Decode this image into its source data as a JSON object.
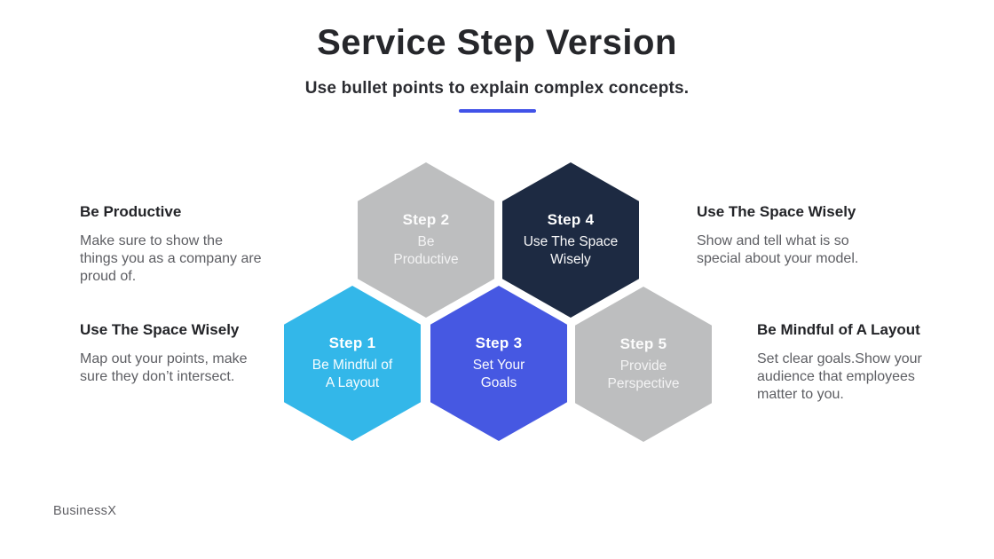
{
  "slide": {
    "title": "Service Step Version",
    "subtitle": "Use bullet points to explain complex concepts.",
    "accent_color": "#4152e8",
    "footer_brand": "BusinessX"
  },
  "hexagons": [
    {
      "step": "Step 1",
      "label": "Be Mindful of A Layout",
      "color": "#33b7e9"
    },
    {
      "step": "Step 2",
      "label": "Be Productive",
      "color": "#bdbebf"
    },
    {
      "step": "Step 3",
      "label": "Set Your Goals",
      "color": "#4658e2"
    },
    {
      "step": "Step 4",
      "label": "Use The Space Wisely",
      "color": "#1d2a42"
    },
    {
      "step": "Step 5",
      "label": "Provide Perspective",
      "color": "#bdbebf"
    }
  ],
  "annotations": {
    "left": [
      {
        "heading": "Be Productive",
        "body": "Make sure to show the things you as a company are proud of."
      },
      {
        "heading": "Use The Space Wisely",
        "body": "Map out your points, make sure they don’t intersect."
      }
    ],
    "right": [
      {
        "heading": "Use The Space Wisely",
        "body": "Show and tell what is so special about your model."
      },
      {
        "heading": "Be Mindful of A Layout",
        "body": "Set clear goals.Show your audience that employees matter to you."
      }
    ]
  }
}
